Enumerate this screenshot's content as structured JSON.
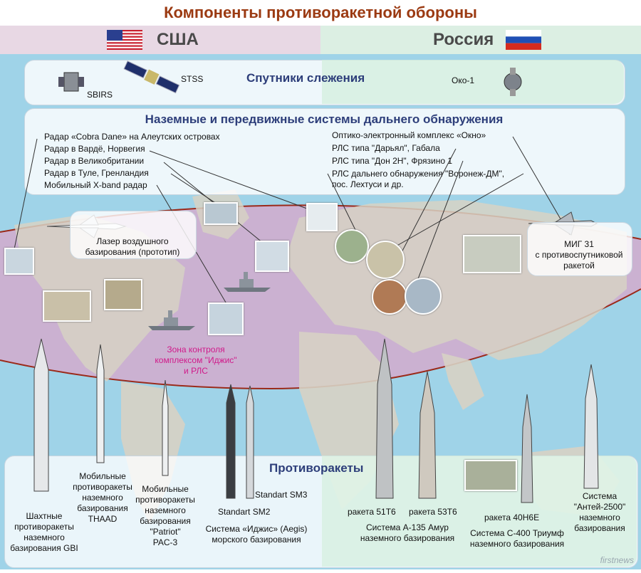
{
  "title": "Компоненты противоракетной обороны",
  "countries": {
    "us": "США",
    "ru": "Россия"
  },
  "satellites": {
    "heading": "Спутники слежения",
    "us": [
      "SBIRS",
      "STSS"
    ],
    "ru": [
      "Око-1"
    ]
  },
  "ground": {
    "heading": "Наземные и передвижные системы дальнего обнаружения",
    "us": [
      "Радар «Cobra Dane» на Алеутских островах",
      "Радар в Вардё, Норвегия",
      "Радар в Великобритании",
      "Радар в Туле, Гренландия",
      "Мобильный X-band радар"
    ],
    "ru": [
      "Оптико-электронный комплекс «Окно»",
      "РЛС типа \"Дарьял\", Габала",
      "РЛС типа \"Дон 2Н\", Фрязино 1",
      "РЛС дальнего обнаружения \"Воронеж-ДМ\",",
      "пос. Лехтуси   и др."
    ]
  },
  "map_labels": {
    "laser": [
      "Лазер воздушного",
      "базирования (прототип)"
    ],
    "mig": [
      "МИГ 31",
      "с противоспутниковой",
      "ракетой"
    ],
    "aegis_zone": [
      "Зона контроля",
      "комплексом \"Иджис\"",
      "и РЛС"
    ]
  },
  "missiles": {
    "heading": "Противоракеты",
    "gbi": [
      "Шахтные",
      "противоракеты",
      "наземного",
      "базирования GBI"
    ],
    "thaad": [
      "Мобильные",
      "противоракеты",
      "наземного",
      "базирования",
      "THAAD"
    ],
    "patriot": [
      "Мобильные",
      "противоракеты",
      "наземного",
      "базирования",
      "\"Patriot\"",
      "PAC-3"
    ],
    "sm3": "Standart SM3",
    "sm2": "Standart SM2",
    "aegis": [
      "Система «Иджис» (Aegis)",
      "морского базирования"
    ],
    "r51t6": "ракета 51Т6",
    "r53t6": "ракета 53Т6",
    "a135": [
      "Система А-135 Амур",
      "наземного базирования"
    ],
    "r40n6e": "ракета 40Н6Е",
    "s400": [
      "Система С-400 Триумф",
      "наземного базирования"
    ],
    "antey": [
      "Система",
      "\"Антей-2500\"",
      "наземного",
      "базирования"
    ]
  },
  "credit": "firstnews",
  "colors": {
    "title": "#9b3a12",
    "heading": "#2d3e7a",
    "zone_text": "#d01a8a",
    "ocean": "#9fd3e8",
    "land": "#d7d2c4",
    "coverage": "#d9a5c9"
  }
}
